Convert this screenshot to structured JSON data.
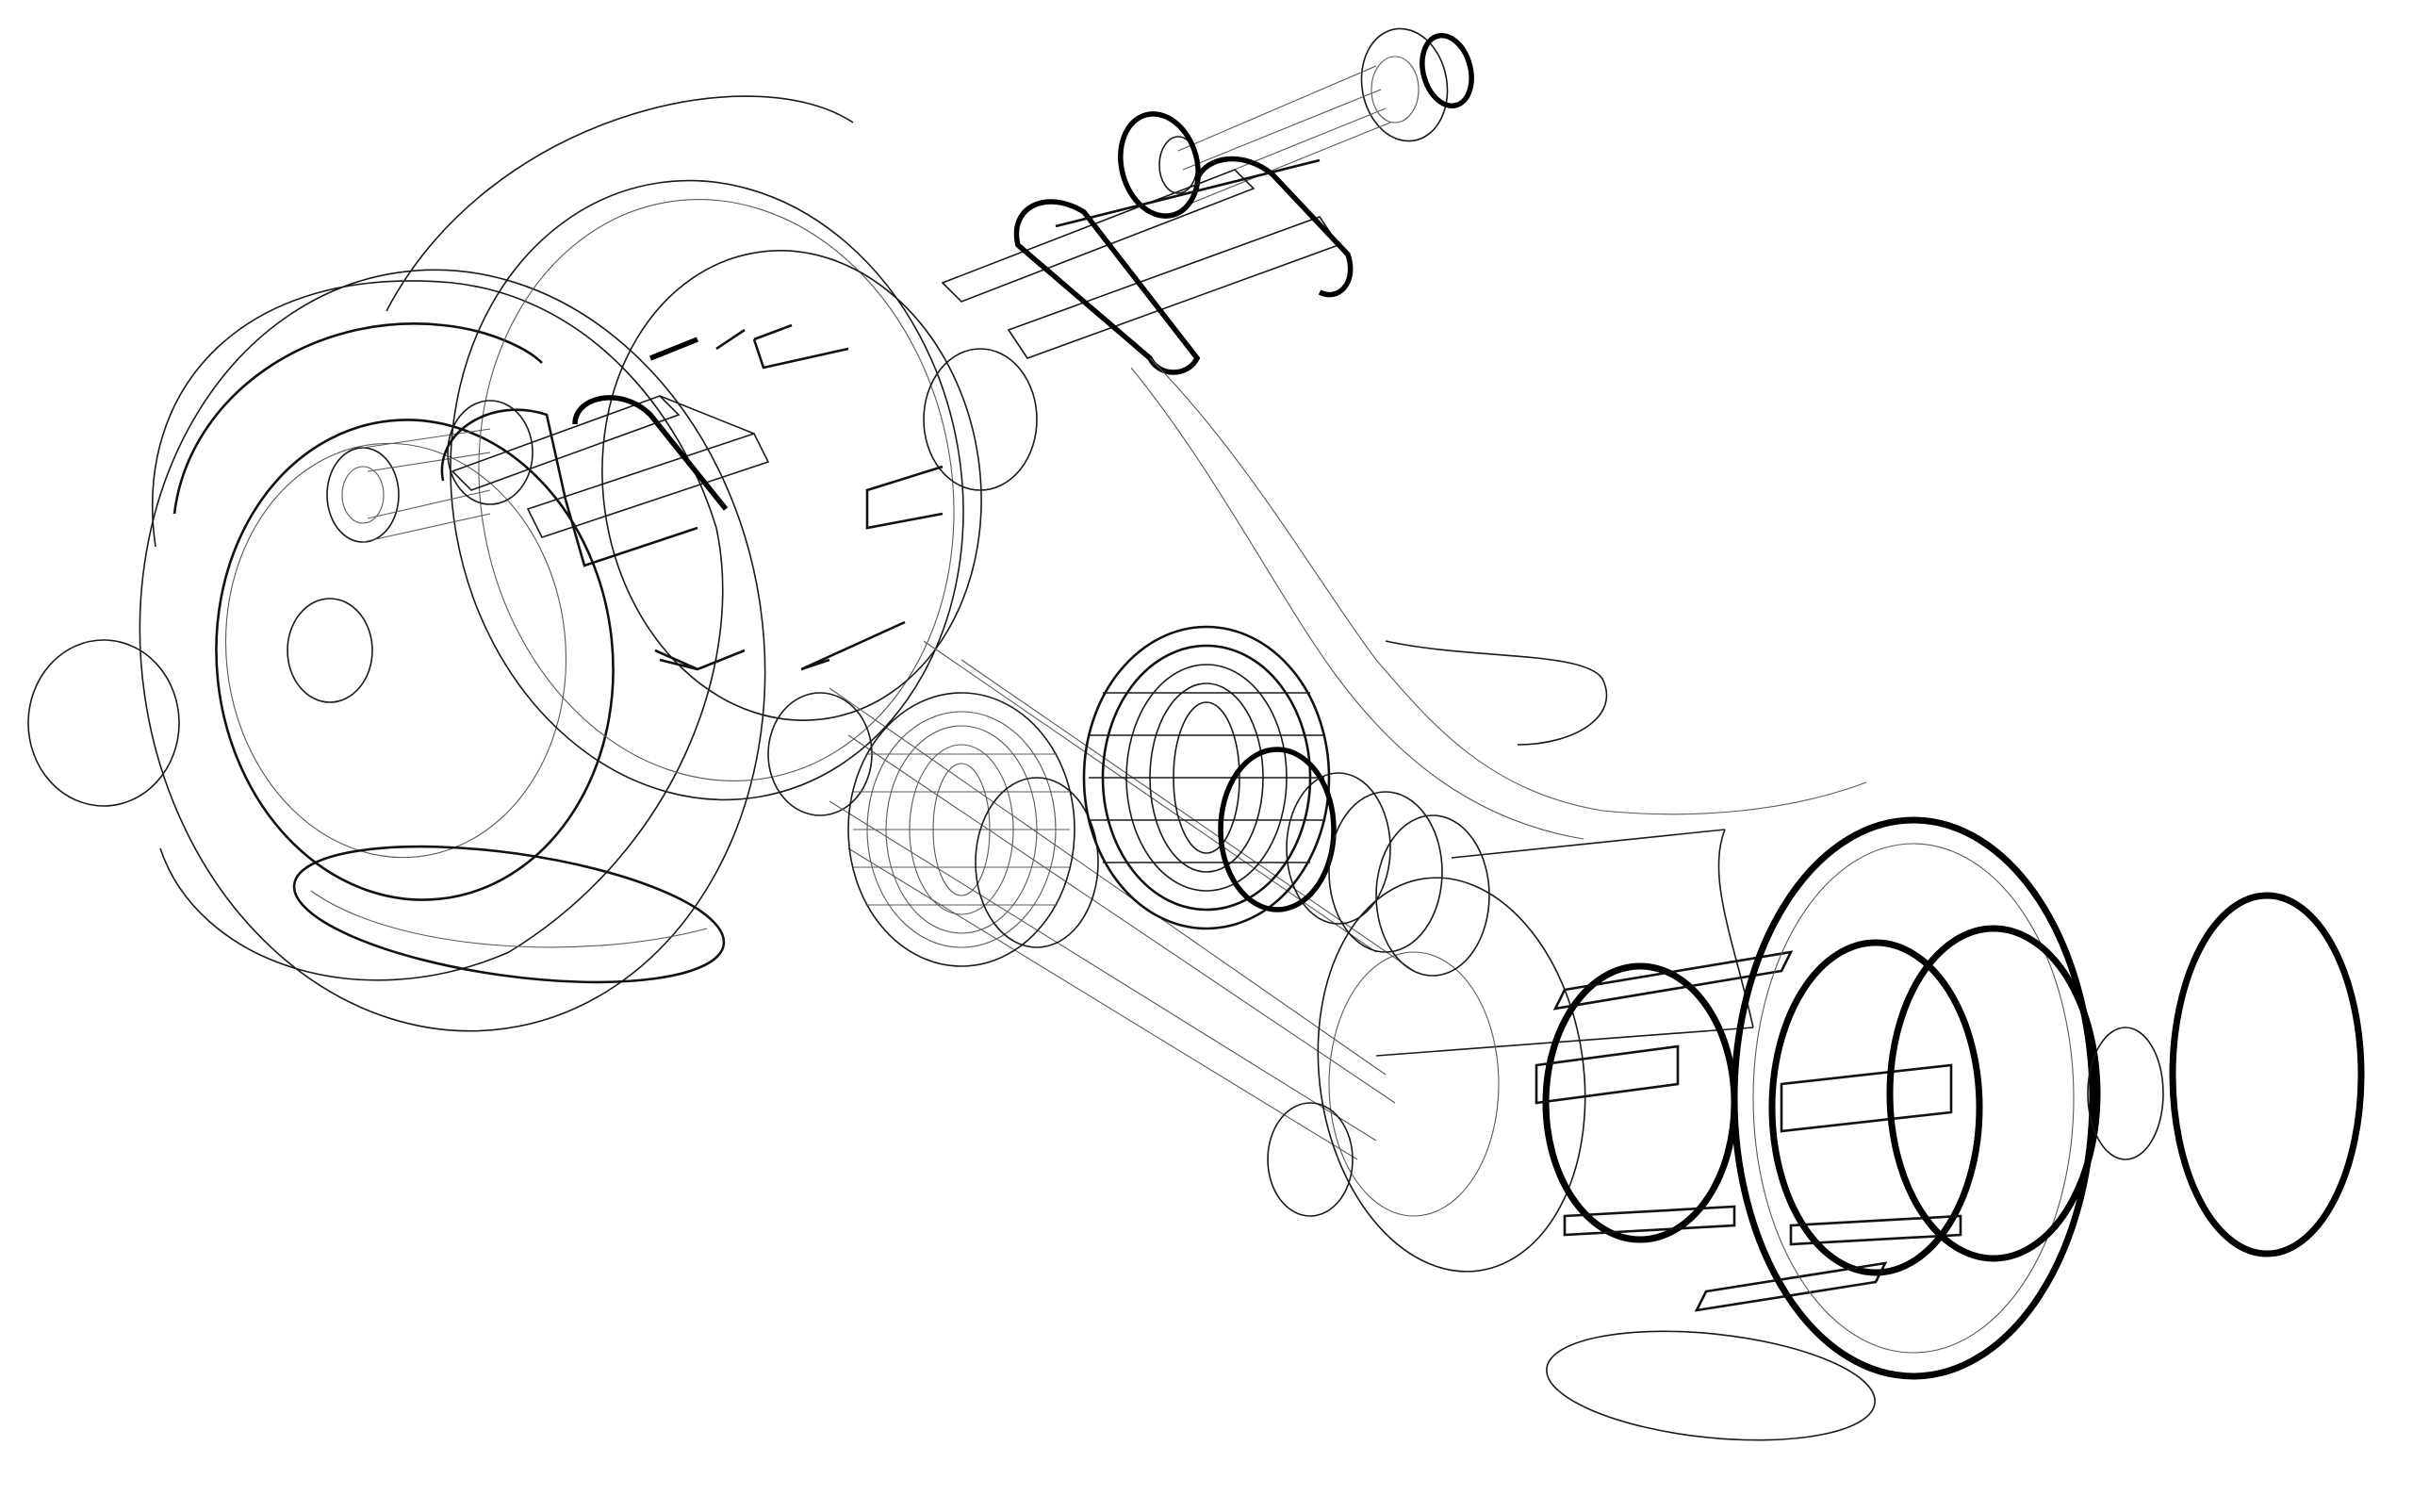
{
  "diagram": {
    "kind": "exploded-assembly-line-drawing",
    "background_color": "#ffffff",
    "line_color": "#000000",
    "parts": [
      {
        "id": "rear-cover-assembly",
        "icon": "disc-cover-icon"
      },
      {
        "id": "rear-connector-pins",
        "icon": "pin-icon"
      },
      {
        "id": "rear-shaft",
        "icon": "shaft-icon"
      },
      {
        "id": "contact-carrier-disc",
        "icon": "disc-icon"
      },
      {
        "id": "top-connector-pins",
        "icon": "pin-icon"
      },
      {
        "id": "top-shaft-with-ring",
        "icon": "shaft-icon"
      },
      {
        "id": "central-housing-body",
        "icon": "cylinder-icon"
      },
      {
        "id": "spherical-cage-coupling-left",
        "icon": "cage-icon"
      },
      {
        "id": "spherical-cage-coupling-right",
        "icon": "cage-icon"
      },
      {
        "id": "front-sleeve-with-clips",
        "icon": "sleeve-icon"
      },
      {
        "id": "front-retaining-ring",
        "icon": "ring-icon"
      },
      {
        "id": "front-o-ring",
        "icon": "o-ring-icon"
      },
      {
        "id": "base-gasket",
        "icon": "gasket-icon"
      }
    ]
  }
}
